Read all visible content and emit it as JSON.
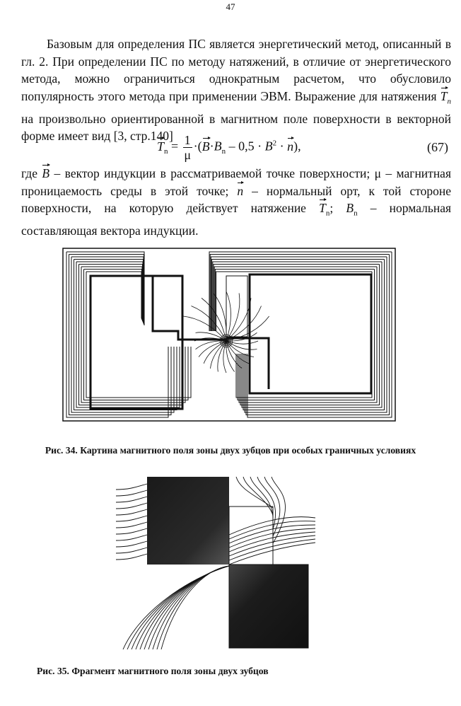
{
  "page_number": "47",
  "paragraph1": "Базовым для определения ПС является энергетический метод, описанный в гл. 2. При определении ПС по методу натяжений, в отличие от энергетического метода, можно ограничиться однократным расчетом, что обусловило популярность этого метода при применении ЭВМ. Выражение для натяжения",
  "paragraph1_tail": "на произвольно ориентированной в магнитном поле поверхности в векторной форме имеет вид [3, стр.140]",
  "formula": {
    "lhs": "T",
    "lhs_sub": "n",
    "eq": "=",
    "frac_num": "1",
    "frac_den": "μ",
    "body_open": "·(",
    "b": "B",
    "dot1": "·",
    "bn": "B",
    "bn_sub": "n",
    "minus": " – 0,5 · ",
    "b2": "B",
    "b2_sup": "2",
    "dot2": " · ",
    "n": "n",
    "close": "),",
    "number": "(67)"
  },
  "paragraph2": {
    "p1": "где",
    "b": "B",
    "p2": "– вектор индукции в рассматриваемой точке поверхности; μ – магнитная проницаемость среды в этой точке;",
    "n": "n",
    "p3": "– нормальный орт, к той стороне поверхности, на которую действует натяжение",
    "t": "T",
    "t_sub": "n",
    "p4": ";",
    "bn": "B",
    "bn_sub": "n",
    "p5": "– нормальная составляющая вектора индукции."
  },
  "caption34": "Рис. 34. Картина магнитного поля зоны двух зубцов при особых граничных условиях",
  "caption35": "Рис. 35. Фрагмент магнитного поля зоны двух зубцов"
}
